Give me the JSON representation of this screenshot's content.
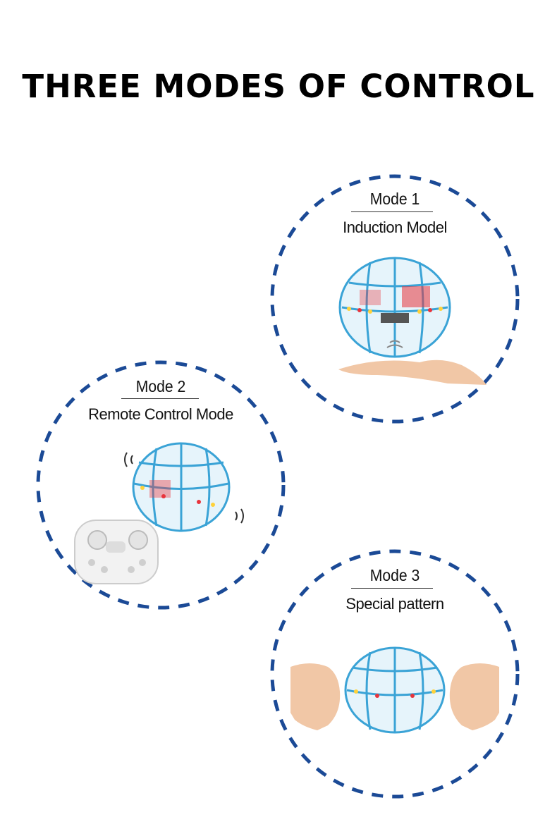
{
  "headline": "THREE MODES OF CONTROL",
  "colors": {
    "ring": "#1b4a96",
    "cage": "#3aa3d6",
    "accent_red": "#e8343c",
    "skin": "#f1c7a6"
  },
  "modes": [
    {
      "title": "Mode 1",
      "subtitle": "Induction Model",
      "illustration": "ball-over-palm-icon"
    },
    {
      "title": "Mode 2",
      "subtitle": "Remote Control Mode",
      "illustration": "ball-with-remote-icon"
    },
    {
      "title": "Mode 3",
      "subtitle": "Special pattern",
      "illustration": "ball-between-hands-icon"
    }
  ]
}
